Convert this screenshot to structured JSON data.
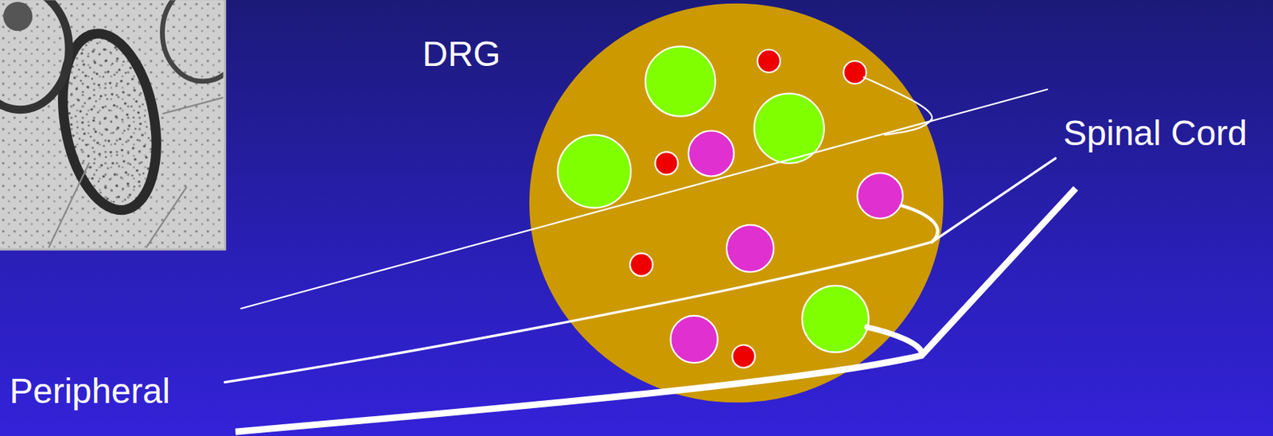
{
  "diagram": {
    "labels": [
      "DRG",
      "Spinal Cord",
      "Peripheral"
    ]
  }
}
